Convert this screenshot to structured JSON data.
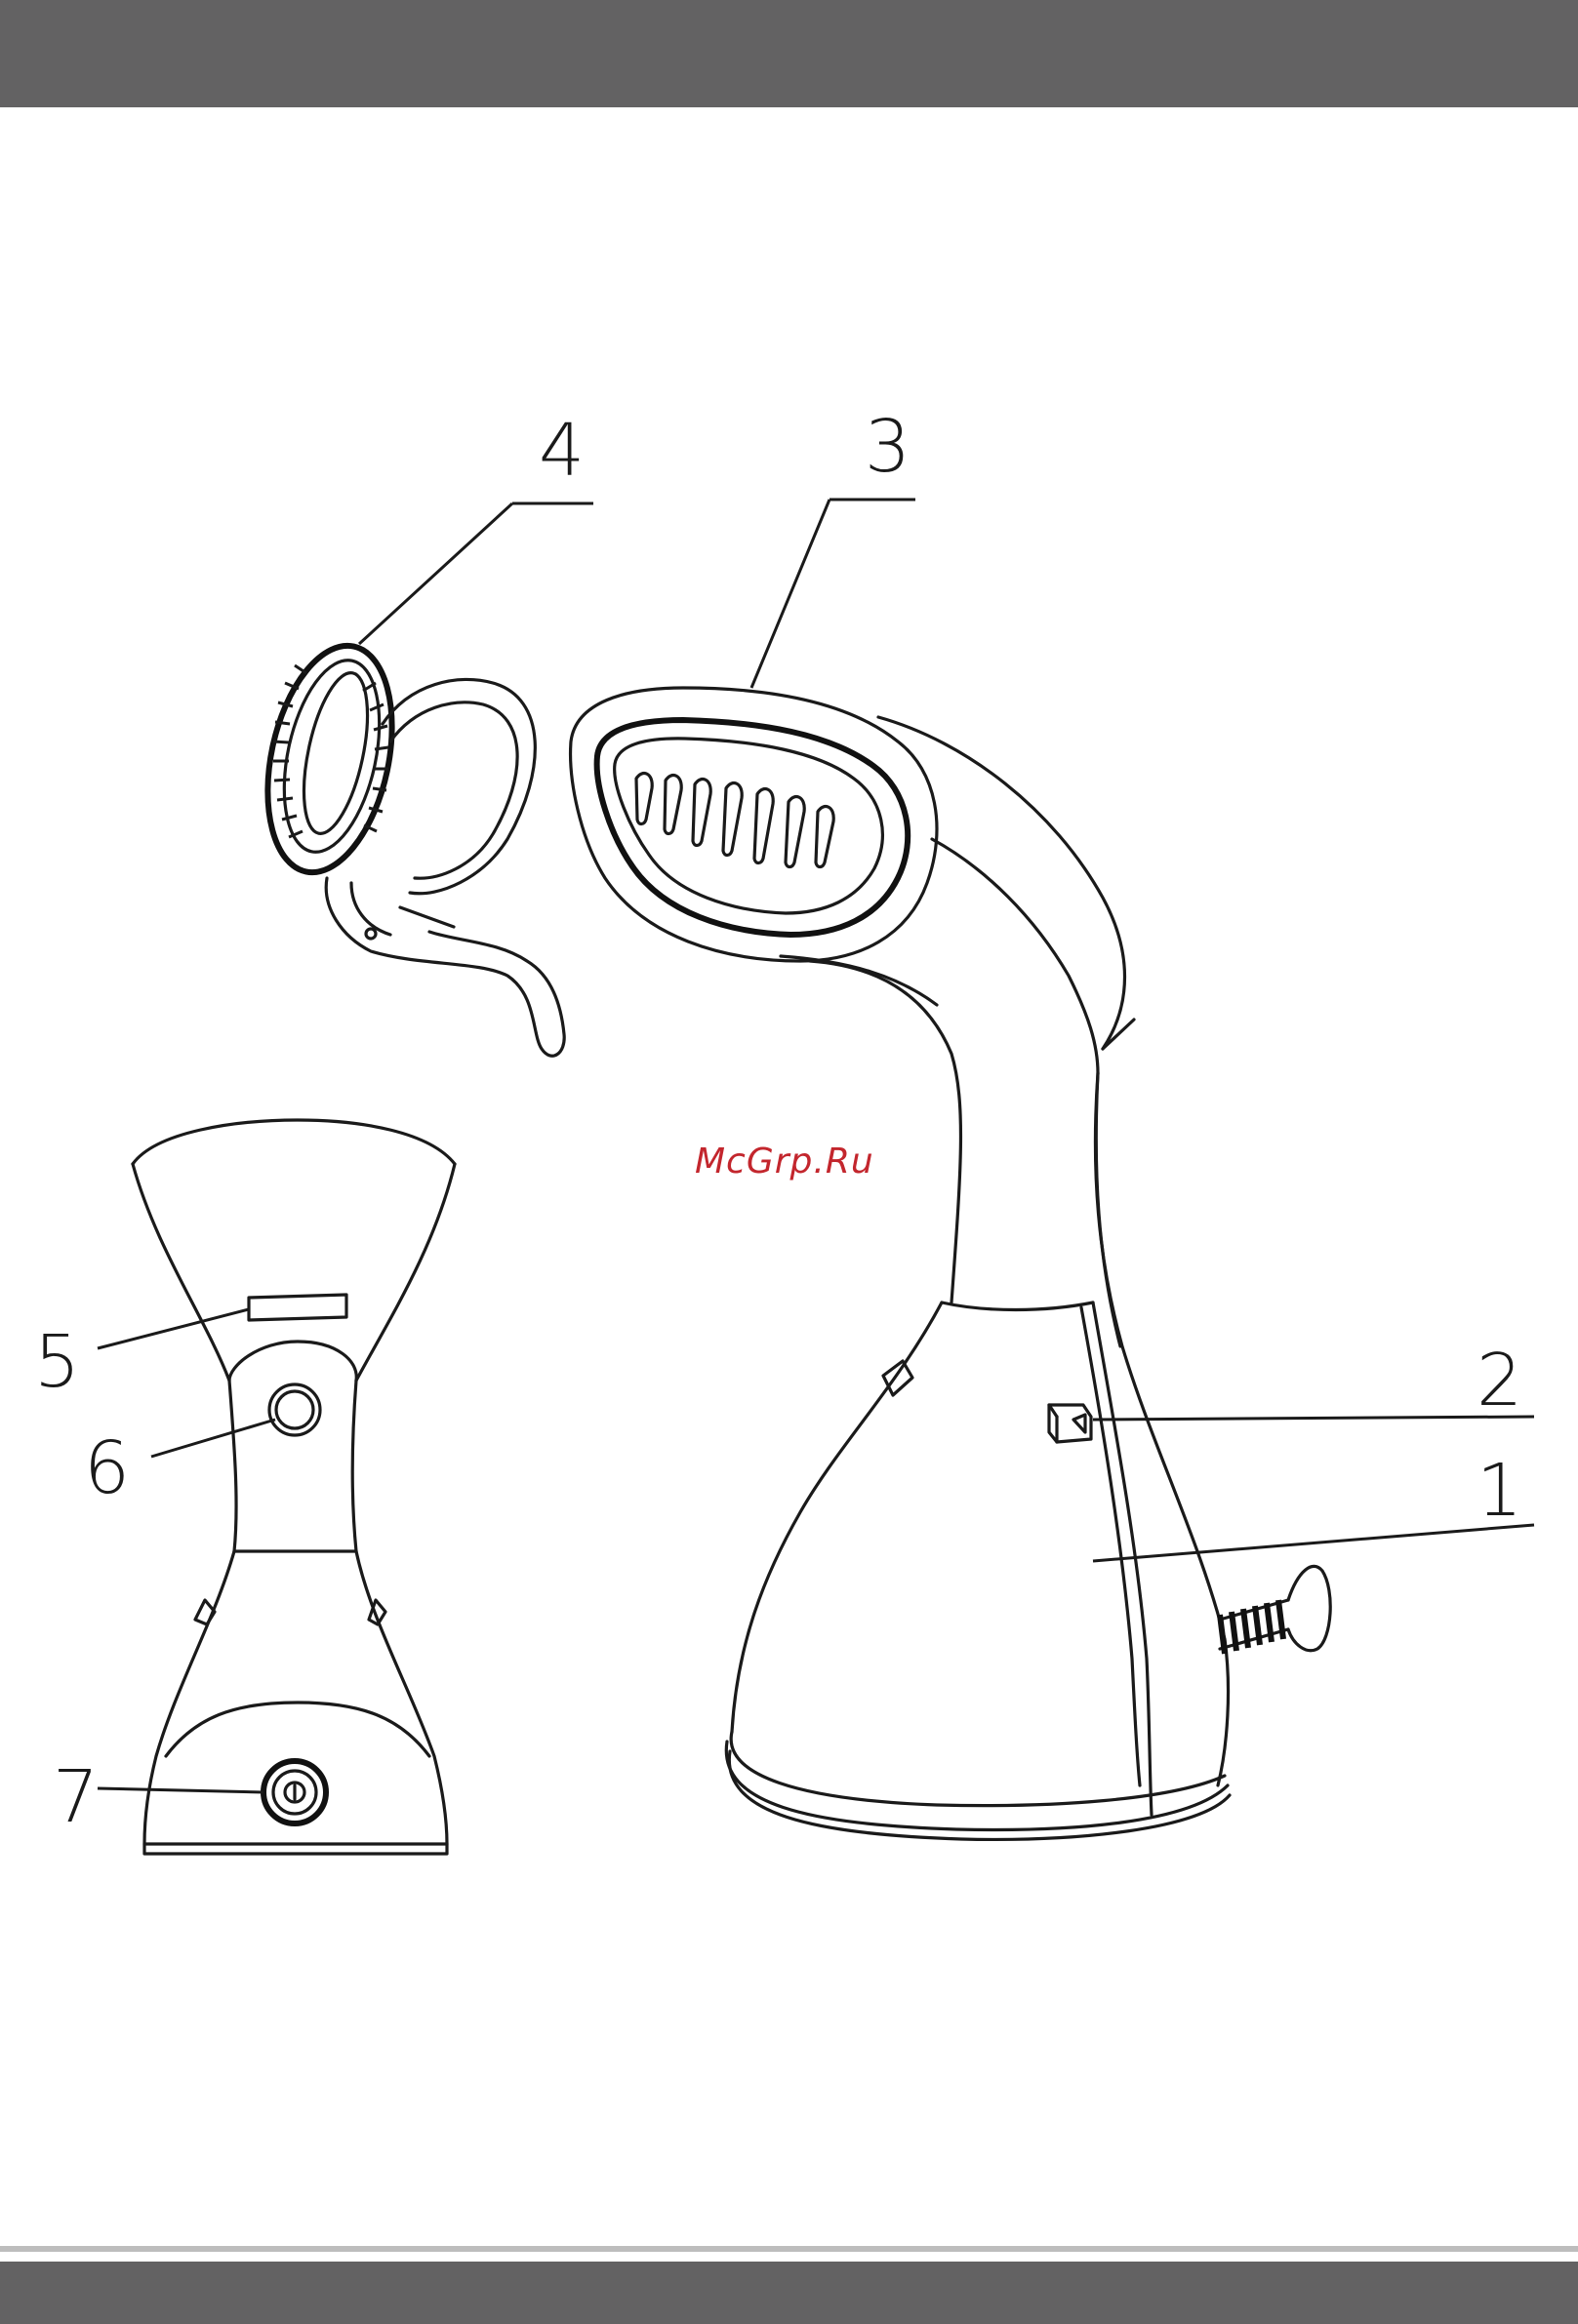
{
  "watermark": "McGrp.Ru",
  "callouts": {
    "c1": "1",
    "c2": "2",
    "c3": "3",
    "c4": "4",
    "c5": "5",
    "c6": "6",
    "c7": "7"
  },
  "colors": {
    "bar": "#636263",
    "watermark": "#c3262d",
    "line": "#1a1a1a"
  }
}
